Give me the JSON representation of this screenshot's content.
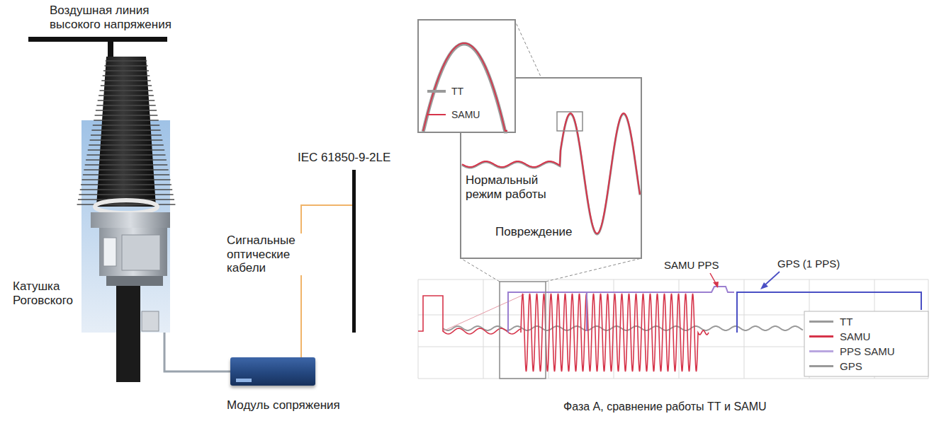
{
  "diagram": {
    "caption": "Фаза А, сравнение работы ТТ и SAMU",
    "nodes": [
      {
        "text": [
          "Катушка Роговского"
        ]
      },
      {
        "text": [
          "Модуль сопряжения"
        ]
      },
      {
        "text": [
          "IEC 61850-9-2LE"
        ]
      }
    ],
    "edges": [
      {
        "from": 0,
        "to": 1,
        "arrow": "none"
      },
      {
        "from": 1,
        "to": 2,
        "arrow": "none"
      }
    ],
    "labels": [
      "Воздушная линия высокого напряжения",
      "Сигнальные оптические кабели",
      "Нормальный режим работы",
      "Повреждение",
      "SAMU PPS",
      "GPS (1 PPS)"
    ],
    "legend": [
      {
        "text": "ТТ"
      },
      {
        "text": "SAMU"
      },
      {
        "text": "ТТ"
      },
      {
        "text": "SAMU"
      },
      {
        "text": "PPS SAMU"
      },
      {
        "text": "GPS"
      }
    ]
  }
}
